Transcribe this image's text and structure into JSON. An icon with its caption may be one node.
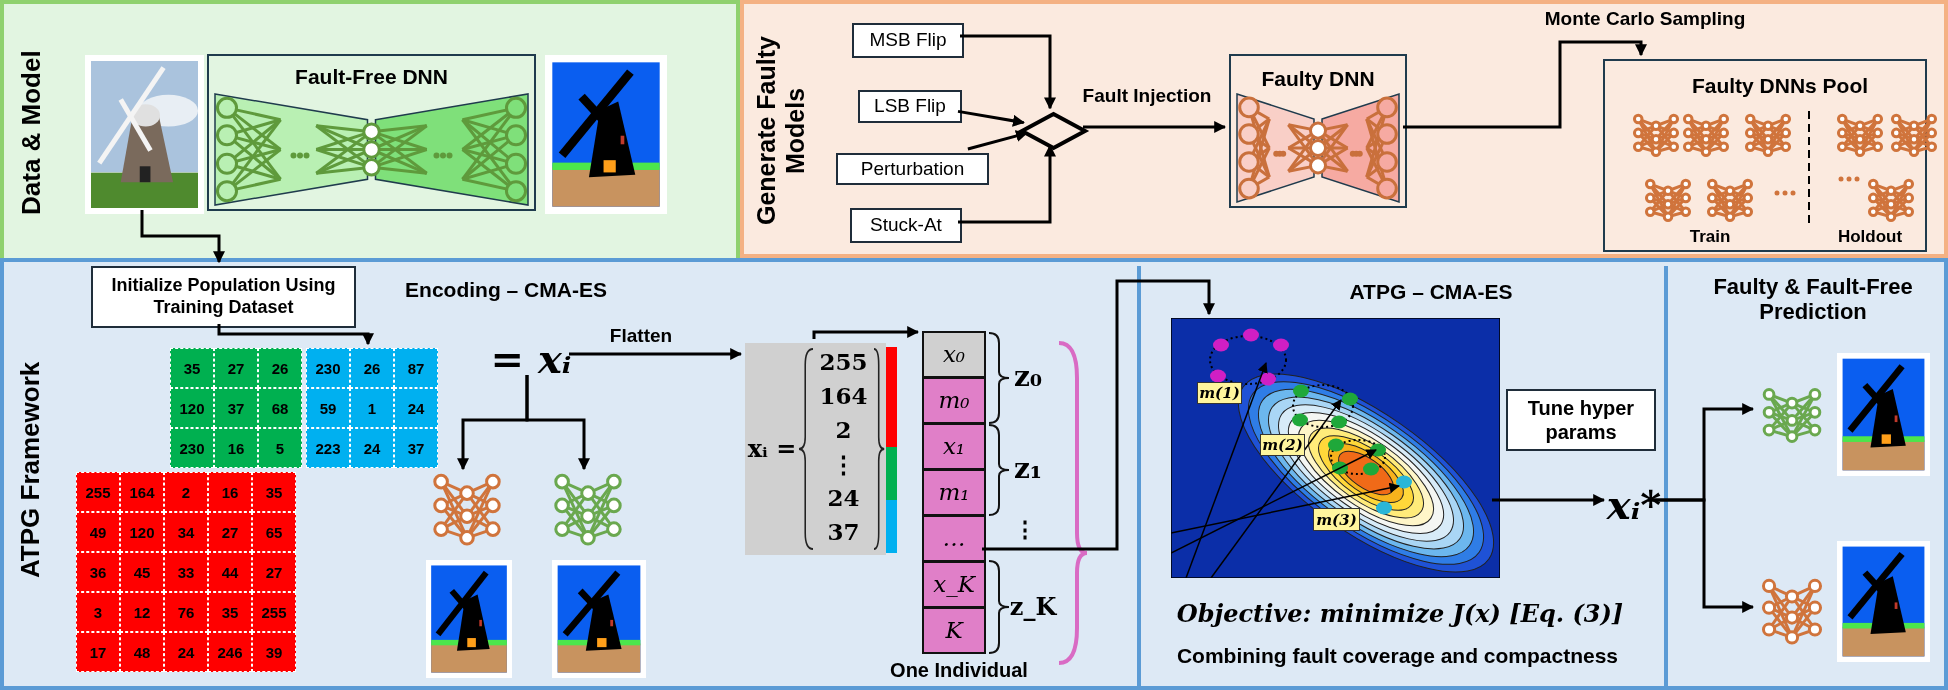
{
  "diagram": {
    "nodes": [
      {
        "text": [
          "Data & Model"
        ]
      },
      {
        "text": [],
        "shape": "picture",
        "in": 0
      },
      {
        "text": [
          "Fault-Free DNN"
        ],
        "in": 0
      },
      {
        "text": [],
        "shape": "picture",
        "in": 0
      },
      {
        "text": [
          "Generate Faulty Models"
        ]
      },
      {
        "text": [
          "MSB Flip"
        ],
        "in": 4
      },
      {
        "text": [
          "LSB Flip"
        ],
        "in": 4
      },
      {
        "text": [
          "Perturbation"
        ],
        "in": 4
      },
      {
        "text": [
          "Stuck-At"
        ],
        "in": 4
      },
      {
        "text": [],
        "shape": "diamond",
        "in": 4
      },
      {
        "text": [
          "Faulty DNN"
        ],
        "in": 4
      },
      {
        "text": [
          "Faulty DNNs Pool",
          "Train",
          "Holdout"
        ],
        "in": 4
      },
      {
        "text": [
          "ATPG Framework"
        ]
      },
      {
        "text": [
          "Initialize Population Using Training Dataset"
        ],
        "in": 12
      },
      {
        "text": [
          "Encoding – CMA-ES"
        ],
        "in": 12
      },
      {
        "text": [
          "230",
          "26",
          "87",
          "59",
          "1",
          "24",
          "223",
          "24",
          "37"
        ],
        "in": 14
      },
      {
        "text": [
          "35",
          "27",
          "26",
          "120",
          "37",
          "68",
          "230",
          "16",
          "5"
        ],
        "in": 14
      },
      {
        "text": [
          "255",
          "164",
          "2",
          "16",
          "35",
          "49",
          "120",
          "34",
          "27",
          "65",
          "36",
          "45",
          "33",
          "44",
          "27",
          "3",
          "12",
          "76",
          "35",
          "255",
          "17",
          "48",
          "24",
          "246",
          "39"
        ],
        "in": 14
      },
      {
        "text": [
          "= xᵢ"
        ],
        "in": 14
      },
      {
        "text": [],
        "shape": "picture",
        "in": 14
      },
      {
        "text": [],
        "shape": "picture",
        "in": 14
      },
      {
        "text": [],
        "shape": "picture",
        "in": 14
      },
      {
        "text": [],
        "shape": "picture",
        "in": 14
      },
      {
        "text": [
          "xᵢ =",
          "255 164 2 ⋮ 24 37"
        ],
        "in": 14
      },
      {
        "text": [
          "x₀",
          "m₀",
          "x₁",
          "m₁",
          "…",
          "x_K",
          "K"
        ],
        "beside": [
          "z₀",
          "z₁",
          "⋮",
          "z_K",
          "One Individual"
        ],
        "in": 14
      },
      {
        "text": [
          "ATPG – CMA-ES"
        ],
        "in": 12
      },
      {
        "text": [],
        "shape": "picture",
        "in": 25
      },
      {
        "text": [
          "Tune hyper params"
        ],
        "in": 25
      },
      {
        "text": [
          "xᵢ*"
        ],
        "in": 25
      },
      {
        "text": [
          "Faulty & Fault-Free Prediction"
        ],
        "in": 12
      },
      {
        "text": [],
        "shape": "picture",
        "in": 29
      },
      {
        "text": [],
        "shape": "picture",
        "in": 29
      },
      {
        "text": [],
        "shape": "picture",
        "in": 29
      },
      {
        "text": [],
        "shape": "picture",
        "in": 29
      }
    ],
    "edges": [
      {
        "from": 1,
        "to": 13,
        "arrow": "to"
      },
      {
        "from": 13,
        "to": 15,
        "arrow": "to"
      },
      {
        "from": 18,
        "to": 19,
        "arrow": "to"
      },
      {
        "from": 18,
        "to": 20,
        "arrow": "to"
      },
      {
        "from": 18,
        "to": 23,
        "arrow": "to",
        "label": "Flatten"
      },
      {
        "from": 23,
        "to": 24,
        "arrow": "to"
      },
      {
        "from": 24,
        "to": 26,
        "arrow": "to"
      },
      {
        "from": 5,
        "to": 9,
        "arrow": "to"
      },
      {
        "from": 6,
        "to": 9,
        "arrow": "to"
      },
      {
        "from": 7,
        "to": 9,
        "arrow": "to"
      },
      {
        "from": 8,
        "to": 9,
        "arrow": "to"
      },
      {
        "from": 9,
        "to": 10,
        "arrow": "to",
        "label": "Fault Injection"
      },
      {
        "from": 10,
        "to": 11,
        "arrow": "to",
        "label": "Monte Carlo Sampling"
      },
      {
        "from": 26,
        "to": 28,
        "arrow": "to"
      },
      {
        "from": 28,
        "to": 30,
        "arrow": "to"
      },
      {
        "from": 28,
        "to": 32,
        "arrow": "to"
      }
    ],
    "labels": [
      "m(1)",
      "m(2)",
      "m(3)",
      "Objective: minimize J(x) [Eq. (3)]",
      "Combining fault coverage and compactness"
    ]
  }
}
